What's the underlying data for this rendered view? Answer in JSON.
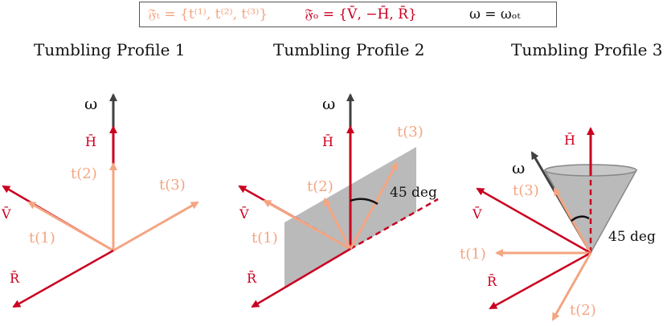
{
  "legend": {
    "tumbling_frame": "𝔉ₜ = {t⁽¹⁾, t⁽²⁾, t⁽³⁾}",
    "orbital_frame": "𝔉ₒ = {V̄, −H̄, R̄}",
    "omega_eq": "ω = ωₒₜ"
  },
  "colors": {
    "tumbling": "#f4a582",
    "orbital": "#ca0020",
    "omega": "#404040",
    "plane": "#bababa",
    "text": "#111111"
  },
  "panels": [
    {
      "title": "Tumbling Profile 1",
      "labels": {
        "omega": "ω",
        "H": "H̄",
        "V": "V̄",
        "R": "R̄",
        "t1": "t(1)",
        "t2": "t(2)",
        "t3": "t(3)"
      }
    },
    {
      "title": "Tumbling Profile 2",
      "labels": {
        "omega": "ω",
        "H": "H̄",
        "V": "V̄",
        "R": "R̄",
        "t1": "t(1)",
        "t2": "t(2)",
        "t3": "t(3)",
        "angle": "45 deg"
      }
    },
    {
      "title": "Tumbling Profile 3",
      "labels": {
        "omega": "ω",
        "H": "H̄",
        "V": "V̄",
        "R": "R̄",
        "t1": "t(1)",
        "t2": "t(2)",
        "t3": "t(3)",
        "angle": "45 deg"
      }
    }
  ]
}
